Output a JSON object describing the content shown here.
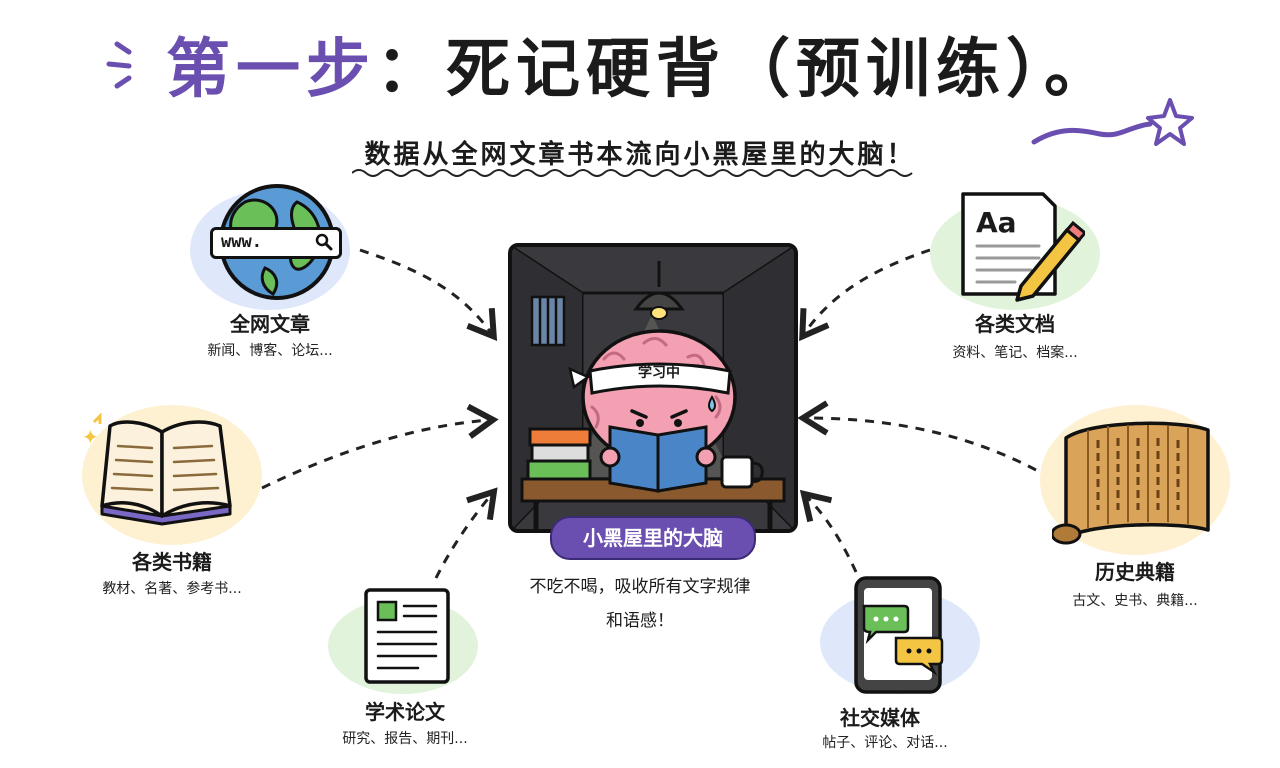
{
  "title": {
    "prefix": "第一步",
    "rest": "：死记硬背（预训练）。"
  },
  "subtitle": "数据从全网文章书本流向小黑屋里的大脑！",
  "center": {
    "headband": "学习中",
    "label": "小黑屋里的大脑",
    "desc_line1": "不吃不喝，吸收所有文字规律",
    "desc_line2": "和语感！"
  },
  "sources": {
    "web": {
      "label": "全网文章",
      "sub": "新闻、博客、论坛...",
      "url_text": "www."
    },
    "docs": {
      "label": "各类文档",
      "sub": "资料、笔记、档案...",
      "icon_text": "Aa"
    },
    "books": {
      "label": "各类书籍",
      "sub": "教材、名著、参考书..."
    },
    "history": {
      "label": "历史典籍",
      "sub": "古文、史书、典籍..."
    },
    "papers": {
      "label": "学术论文",
      "sub": "研究、报告、期刊..."
    },
    "social": {
      "label": "社交媒体",
      "sub": "帖子、评论、对话..."
    }
  },
  "colors": {
    "accent": "#6a4fb0",
    "blob_blue": "#dfe8fb",
    "blob_green": "#e2f3dc",
    "blob_yellow": "#fdf1d2",
    "room": "#3a3a3e"
  }
}
